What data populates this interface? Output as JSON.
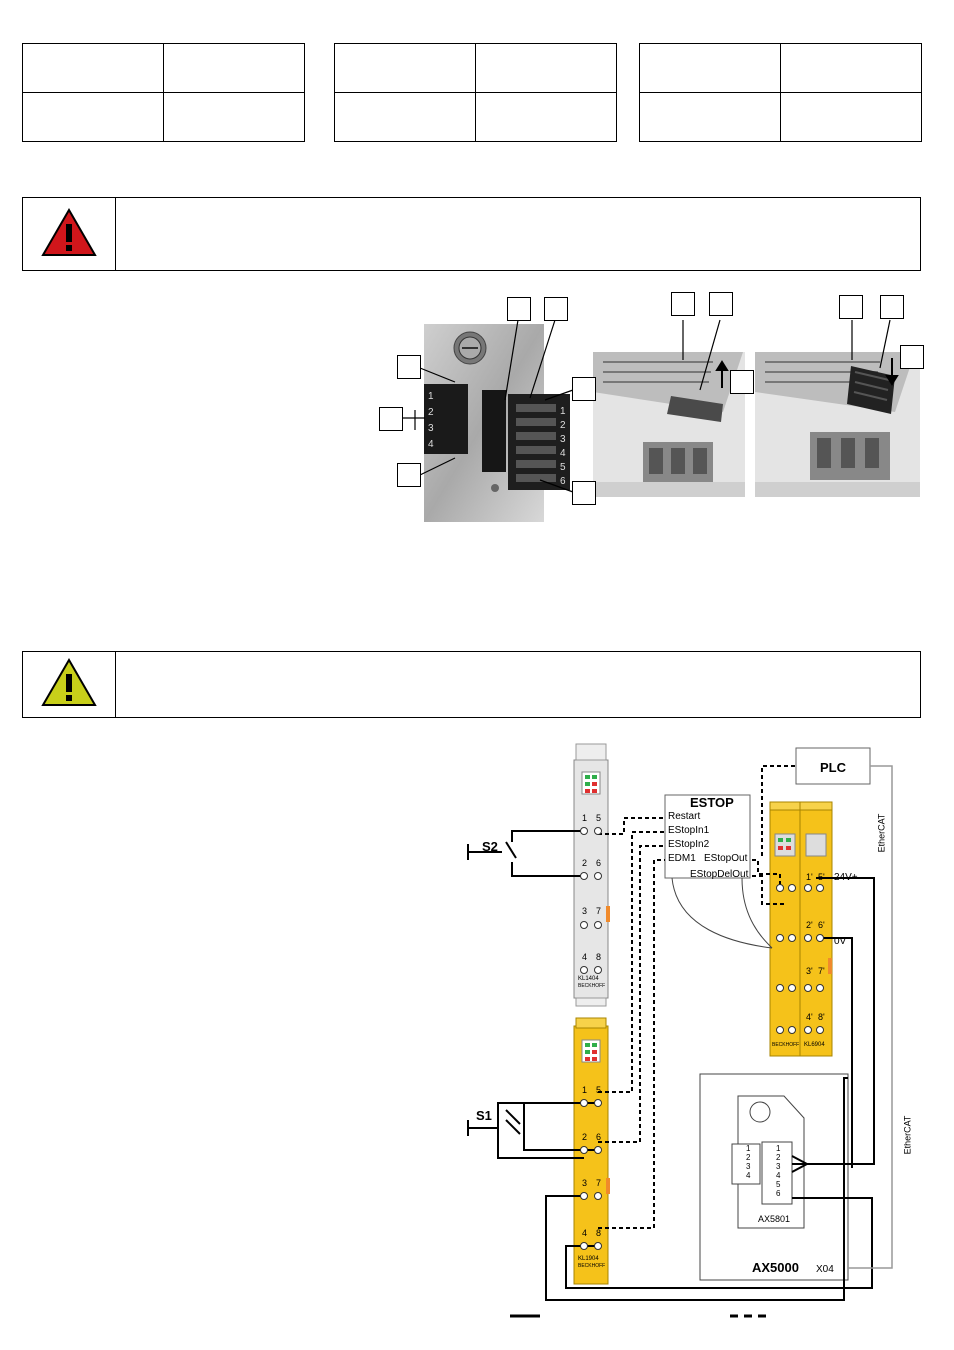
{
  "tables": [
    {
      "rows": [
        [
          "",
          ""
        ],
        [
          "",
          ""
        ]
      ]
    },
    {
      "rows": [
        [
          "",
          ""
        ],
        [
          "",
          ""
        ]
      ]
    },
    {
      "rows": [
        [
          "",
          ""
        ],
        [
          "",
          ""
        ]
      ]
    }
  ],
  "warnings": [
    {
      "level": "danger",
      "icon": "red-warning-triangle-icon",
      "color": "#d0161b"
    },
    {
      "level": "caution",
      "icon": "yellow-warning-triangle-icon",
      "color": "#c8cf1a"
    }
  ],
  "connector_pins_left": [
    "1",
    "2",
    "3",
    "4"
  ],
  "connector_pins_right": [
    "1",
    "2",
    "3",
    "4",
    "5",
    "6"
  ],
  "diagram": {
    "plc": "PLC",
    "estop_title": "ESTOP",
    "estop_ports": [
      "Restart",
      "EStopIn1",
      "EStopIn2",
      "EDM1",
      "EStopOut",
      "EStopDelOut"
    ],
    "switches": [
      "S2",
      "S1"
    ],
    "supply": [
      "24V+",
      "0V"
    ],
    "fieldbus": "EtherCAT",
    "module_kl1404": "KL1404",
    "module_kl1904": "KL1904",
    "module_kl6904": "KL6904",
    "brand": "BECKHOFF",
    "terminal_labels_a": [
      "1",
      "5",
      "2",
      "6",
      "3",
      "7",
      "4",
      "8"
    ],
    "terminal_labels_b": [
      "1'",
      "5'",
      "2'",
      "6'",
      "3'",
      "7'",
      "4'",
      "8'"
    ],
    "ax5801": "AX5801",
    "ax5801_left_pins": [
      "1",
      "2",
      "3",
      "4"
    ],
    "ax5801_right_pins": [
      "1",
      "2",
      "3",
      "4",
      "5",
      "6"
    ],
    "ax5000": "AX5000",
    "x04": "X04"
  },
  "colors": {
    "terminal_yellow": "#f5c21a",
    "terminal_grey": "#e6e6e6",
    "heatsink": "#222222"
  }
}
